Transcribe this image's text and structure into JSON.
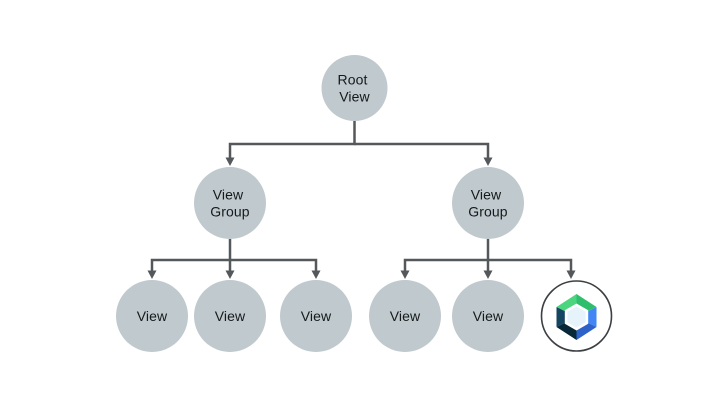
{
  "diagram": {
    "description": "View hierarchy tree with Jetpack Compose node",
    "nodes": {
      "root": {
        "line1": "Root",
        "line2": "View"
      },
      "group": {
        "line1": "View",
        "line2": "Group"
      },
      "view_label": "View",
      "compose": {
        "icon": "jetpack-compose-logo"
      }
    }
  },
  "colors": {
    "background": "#ffffff",
    "node_fill": "#BFC9CE",
    "line": "#54585B",
    "text": "#17191B",
    "compose_ring": "#3C4043",
    "compose_circle_fill": "#FFFFFF",
    "compose": {
      "green_light": "#4BD57F",
      "green": "#2EBE6C",
      "blue": "#4286F5",
      "blue_dark": "#2D63C8",
      "navy": "#16455F",
      "navy_dark": "#082737",
      "hex_ring": "#FFFFFF",
      "hex_fill": "#E7F3FA"
    }
  }
}
